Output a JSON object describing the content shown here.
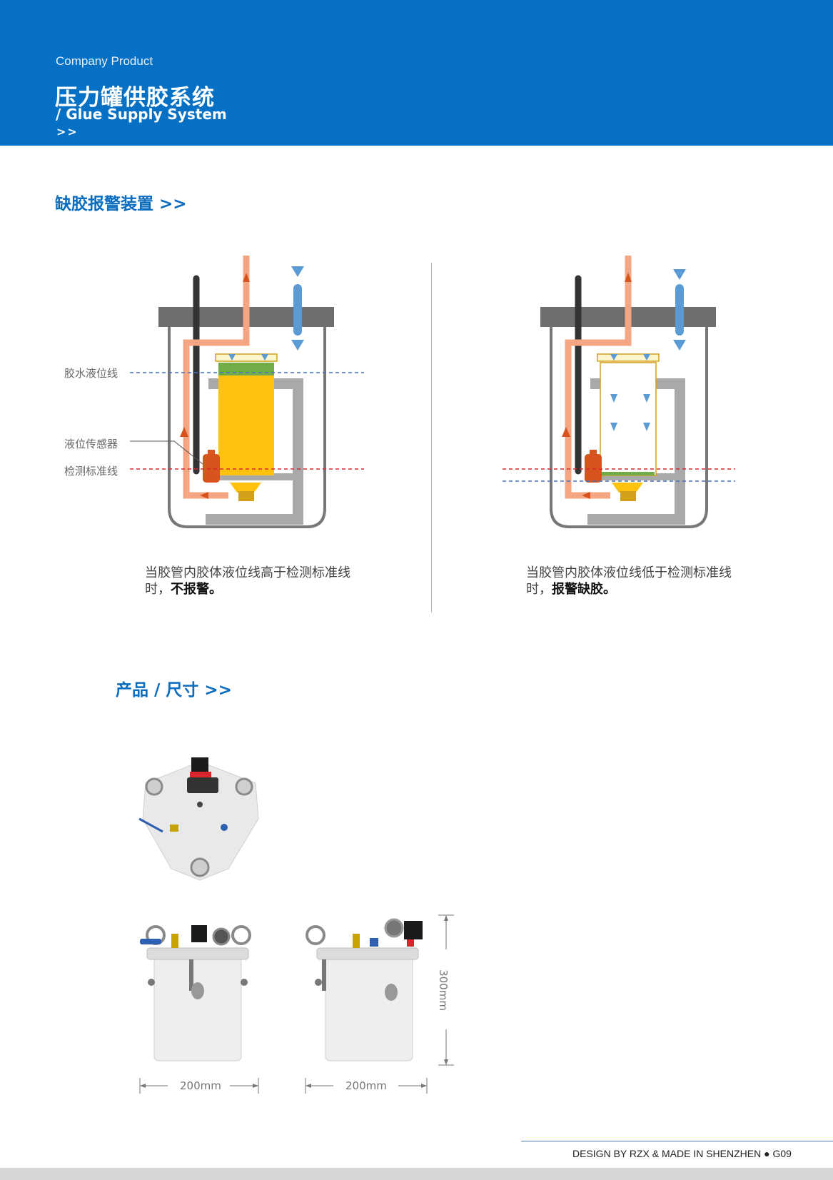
{
  "header": {
    "company": "Company Product",
    "title": "压力罐供胶系统",
    "subtitle": "/ Glue Supply System",
    "arrows": ">>"
  },
  "section_alarm": {
    "title": "缺胶报警装置 >>"
  },
  "section_size": {
    "title": "产品 / 尺寸 >>"
  },
  "labels": {
    "glue_level": "胶水液位线",
    "sensor": "液位传感器",
    "detect_line": "检测标准线"
  },
  "captions": {
    "left_text": "当胶管内胶体液位线高于检测标准线时，",
    "left_bold": "不报警。",
    "right_text": "当胶管内胶体液位线低于检测标准线时，",
    "right_bold": "报警缺胶。"
  },
  "dimensions": {
    "width_front": "200mm",
    "width_side": "200mm",
    "height": "300mm"
  },
  "footer": {
    "text": "DESIGN BY RZX & MADE IN SHENZHEN ● G09"
  },
  "colors": {
    "brand_blue": "#0670c4",
    "heading_blue": "#0a6cbf",
    "glue_yellow": "#ffc20e",
    "alarm_red": "#d9262c",
    "level_blue": "#4472c4",
    "pipe_orange": "#f4a582",
    "pipe_blue": "#5b9bd5"
  }
}
